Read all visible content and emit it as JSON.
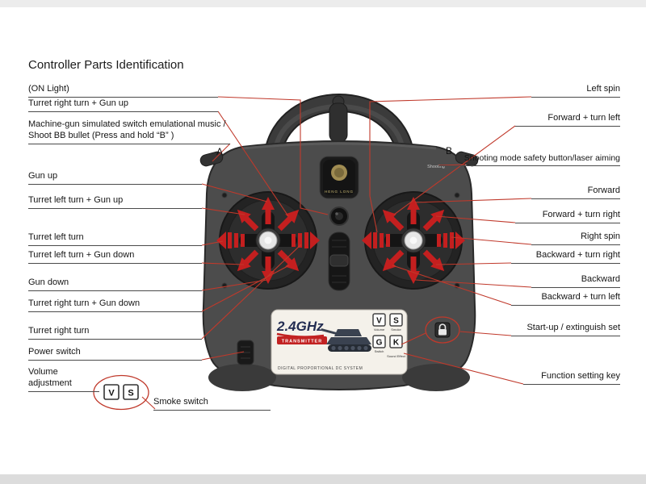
{
  "page": {
    "title": "Controller Parts Identification"
  },
  "markers": {
    "a": "A",
    "b": "B"
  },
  "left_labels": [
    "(ON  Light)",
    "Turret right turn + Gun up",
    "Machine-gun simulated switch emulational  music / Shoot BB bullet (Press and hold  “B” )",
    "Gun up",
    "Turret left turn + Gun up",
    "Turret left turn",
    "Turret left turn + Gun down",
    "Gun down",
    "Turret right turn + Gun down",
    "Turret right turn",
    "Power switch",
    "Volume adjustment",
    "Smoke switch"
  ],
  "right_labels": [
    "Left spin",
    "Forward + turn left",
    "Shooting mode safety button/laser aiming",
    "Forward",
    "Forward + turn right",
    "Right spin",
    "Backward + turn right",
    "Backward",
    "Backward + turn left",
    "Start-up / extinguish set",
    "Function setting key"
  ],
  "bottom_keys": {
    "v": "V",
    "s": "S"
  },
  "device": {
    "brand": "HENG LONG",
    "frequency": "2.4GHz",
    "transmitter": "TRANSMITTER",
    "system": "DIGITAL PROPORTIONAL DC SYSTEM",
    "shoulder_text": "Shooting",
    "keys": {
      "v": "V",
      "s": "S",
      "g": "G",
      "k": "K"
    },
    "key_captions": {
      "v": "Volume",
      "s": "Smoke",
      "g": "Switch",
      "k": "Sound Effect"
    }
  }
}
